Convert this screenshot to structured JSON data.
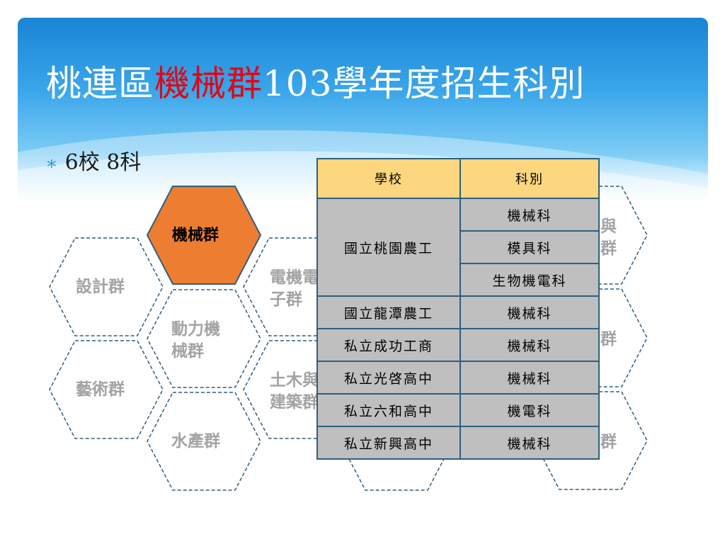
{
  "title": {
    "part1": "桃連區",
    "highlight": "機械群",
    "part2": "103學年度招生科別"
  },
  "bullet": {
    "marker": "∗",
    "text": "6校  8科"
  },
  "hexes": {
    "design": "設計群",
    "mech": "機械群",
    "elec_a": "電機電",
    "elec_b": "子群",
    "power_a": "動力機",
    "power_b": "械群",
    "art": "藝術群",
    "civil_a": "土木與",
    "civil_b": "建築群",
    "aqua": "水產群",
    "right1_a": "與",
    "right1_b": "群",
    "right2": "群",
    "right3": "群"
  },
  "table": {
    "headers": [
      "學校",
      "科別"
    ],
    "school1": "國立桃園農工",
    "rows1": [
      "機械科",
      "模具科",
      "生物機電科"
    ],
    "rows": [
      {
        "school": "國立龍潭農工",
        "dept": "機械科"
      },
      {
        "school": "私立成功工商",
        "dept": "機械科"
      },
      {
        "school": "私立光啓高中",
        "dept": "機械科"
      },
      {
        "school": "私立六和高中",
        "dept": "機電科"
      },
      {
        "school": "私立新興高中",
        "dept": "機械科"
      }
    ]
  },
  "colors": {
    "accent": "#e30613",
    "active_hex": "#ed7d31",
    "table_header": "#fcd77f",
    "table_cell": "#bfbfbf",
    "hex_border": "#2f5e7e"
  }
}
